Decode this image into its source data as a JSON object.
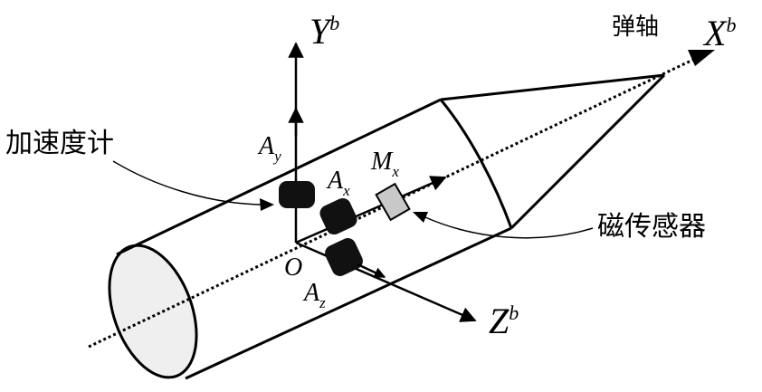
{
  "labels": {
    "axis_x": "X",
    "axis_y": "Y",
    "axis_z": "Z",
    "superscript": "b",
    "origin": "O",
    "ay_base": "A",
    "ay_sub": "y",
    "ax_base": "A",
    "ax_sub": "x",
    "az_base": "A",
    "az_sub": "z",
    "mx_base": "M",
    "mx_sub": "x",
    "missile_axis": "弹轴",
    "accelerometer": "加速度计",
    "magnetic_sensor": "磁传感器"
  },
  "colors": {
    "line": "#000000",
    "sensor": "#111111",
    "magnet_fill": "#c8c8c8",
    "end_cap": "#efefef",
    "background": "#ffffff"
  }
}
